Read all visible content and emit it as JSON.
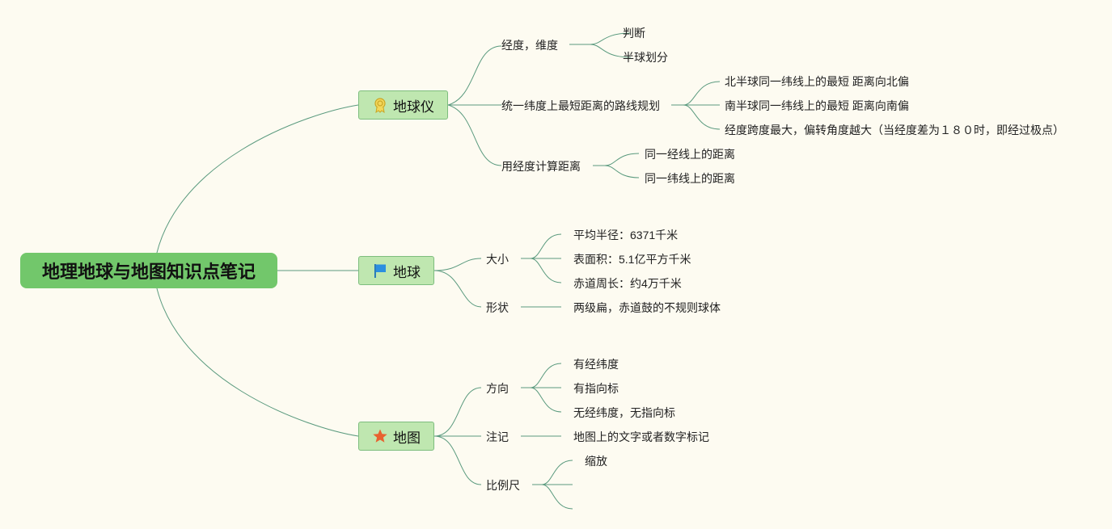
{
  "root": "地理地球与地图知识点笔记",
  "topics": [
    {
      "label": "地球仪",
      "icon": "award-ribbon-icon",
      "children": [
        {
          "label": "经度，维度",
          "children": [
            "判断",
            "半球划分"
          ]
        },
        {
          "label": "统一纬度上最短距离的路线规划",
          "children": [
            "北半球同一纬线上的最短  距离向北偏",
            "南半球同一纬线上的最短 距离向南偏",
            "经度跨度最大，偏转角度越大（当经度差为１８０时，即经过极点）"
          ]
        },
        {
          "label": "用经度计算距离",
          "children": [
            "同一经线上的距离",
            "同一纬线上的距离"
          ]
        }
      ]
    },
    {
      "label": "地球",
      "icon": "flag-icon",
      "children": [
        {
          "label": "大小",
          "children": [
            "平均半径：6371千米",
            "表面积：5.1亿平方千米",
            "赤道周长：约4万千米"
          ]
        },
        {
          "label": "形状",
          "children": [
            "两级扁，赤道鼓的不规则球体"
          ]
        }
      ]
    },
    {
      "label": "地图",
      "icon": "star-icon",
      "children": [
        {
          "label": "方向",
          "children": [
            "有经纬度",
            "有指向标",
            "无经纬度，无指向标"
          ]
        },
        {
          "label": "注记",
          "children": [
            "地图上的文字或者数字标记"
          ]
        },
        {
          "label": "比例尺",
          "children": [
            "缩放",
            "",
            ""
          ]
        }
      ]
    }
  ],
  "colors": {
    "background": "#fdfbf1",
    "root": "#72c76b",
    "topic": "#bfe7b0",
    "line": "#5a9a7e"
  }
}
